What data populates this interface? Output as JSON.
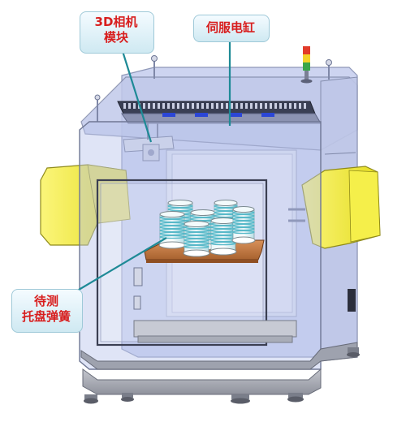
{
  "labels": {
    "camera_module": "3D相机\n模块",
    "servo_cylinder": "伺服电缸",
    "tray_springs": "待测\n托盘弹簧"
  },
  "colors": {
    "label_text": "#d81e1e",
    "glass": "#b9c3ea",
    "frame_edge": "#8f98b8",
    "side_box": "#f2ee2c",
    "tray": "#c67d45",
    "spring_coil": "#58b9c9",
    "base": "#a7a9b3",
    "leader": "#1e8a96",
    "tower_red": "#e23b2a",
    "tower_yellow": "#f3d22a",
    "tower_green": "#3aa64a"
  },
  "icons": [
    "signal-tower-icon",
    "spring-icon",
    "caster-icon"
  ]
}
